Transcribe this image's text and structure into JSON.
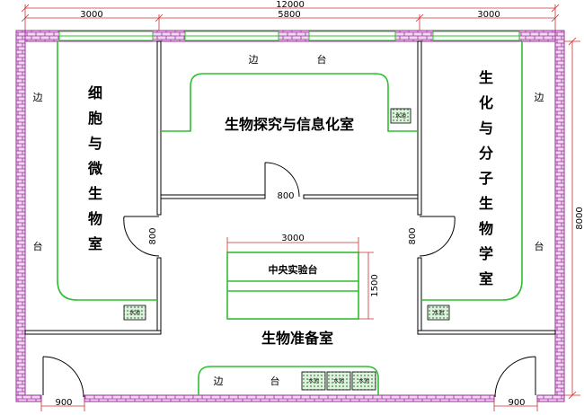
{
  "dimensions": {
    "overall_width": "12000",
    "left_room_width": "3000",
    "center_width": "5800",
    "right_room_width": "3000",
    "overall_depth": "8000",
    "top_door_width": "800",
    "left_door_width": "800",
    "right_door_width": "800",
    "bench_length": "3000",
    "bench_width": "1500",
    "bottom_left_door_width": "900",
    "bottom_right_door_width": "900"
  },
  "rooms": {
    "left_room": [
      "细",
      "胞",
      "与",
      "微",
      "生",
      "物",
      "室"
    ],
    "right_room": [
      "生",
      "化",
      "与",
      "分",
      "子",
      "生",
      "物",
      "学",
      "室"
    ],
    "top_room": "生物探究与信息化室",
    "bottom_room": "生物准备室"
  },
  "benches": {
    "edge_char_1": "边",
    "edge_char_2": "台",
    "center_bench": "中央实验台",
    "sink": "水池"
  },
  "colors": {
    "wall_fill": "#f2d9f2",
    "wall_stroke": "#9b2f9b",
    "bench_line": "#2fbf2f",
    "window": "#2fbf2f",
    "sink_fill": "#c8e6c8"
  }
}
